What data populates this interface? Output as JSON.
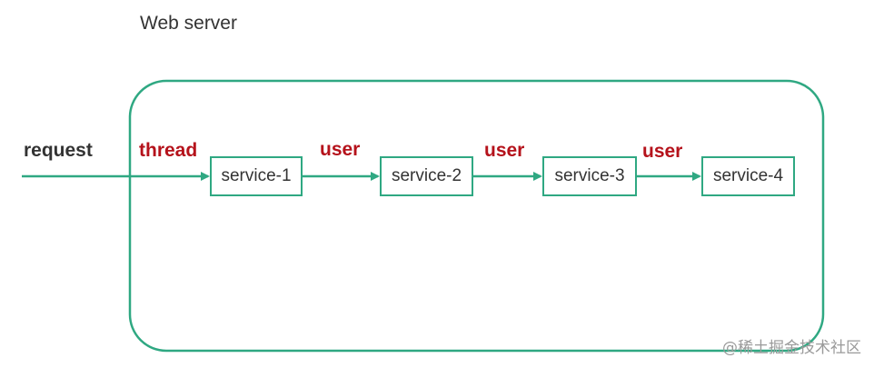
{
  "diagram": {
    "title": "Web server",
    "request_label": "request",
    "thread_label": "thread",
    "user_labels": [
      "user",
      "user",
      "user"
    ],
    "services": [
      "service-1",
      "service-2",
      "service-3",
      "service-4"
    ],
    "watermark": "@稀土掘金技术社区"
  },
  "colors": {
    "accent": "#2fa882",
    "label_red": "#b5121b",
    "text": "#333333"
  }
}
